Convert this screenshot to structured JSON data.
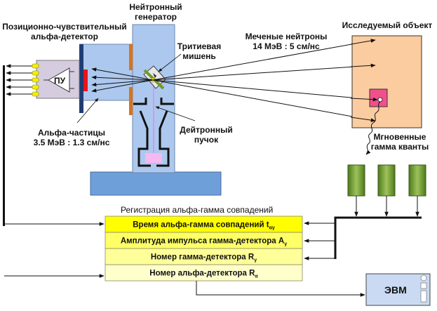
{
  "labels": {
    "generator_l1": "Нейтронный",
    "generator_l2": "генератор",
    "detector_l1": "Позиционно-чувствительный",
    "detector_l2": "альфа-детектор",
    "target_l1": "Тритиевая",
    "target_l2": "мишень",
    "neutrons_l1": "Меченые нейтроны",
    "neutrons_l2": "14 МэВ : 5 см/нс",
    "object": "Исследуемый объект",
    "alpha_l1": "Альфа-частицы",
    "alpha_l2": "3.5 МэВ : 1.3 см/нс",
    "beam_l1": "Дейтронный",
    "beam_l2": "пучок",
    "gamma_l1": "Мгновенные",
    "gamma_l2": "гамма кванты",
    "preamp": "ПУ",
    "computer": "ЭВМ"
  },
  "register": {
    "title": "Регистрация альфа-гамма совпадений",
    "rows": [
      {
        "text": "Время альфа-гамма совпадений t",
        "sub": "αγ",
        "color": "#ffff00"
      },
      {
        "text": "Амплитуда импульса гамма-детектора A",
        "sub": "γ",
        "color": "#ffff66"
      },
      {
        "text": "Номер гамма-детектора R",
        "sub": "γ",
        "color": "#ffff99"
      },
      {
        "text": "Номер альфа-детектора R",
        "sub": "α",
        "color": "#ffffcc"
      }
    ]
  },
  "colors": {
    "generator": "#adc8ee",
    "base": "#6f9fd8",
    "detector_strip": "#1f3d73",
    "detector_active": "#e8141c",
    "preamp_box": "#d5cce0",
    "connector": "#f2f000",
    "shield": "#d8731c",
    "object": "#fbcc9f",
    "inclusion": "#f0508c",
    "gamma_detector": "#6f9a2e",
    "beam": "#dd88ee",
    "computer": "#c9daf2"
  }
}
